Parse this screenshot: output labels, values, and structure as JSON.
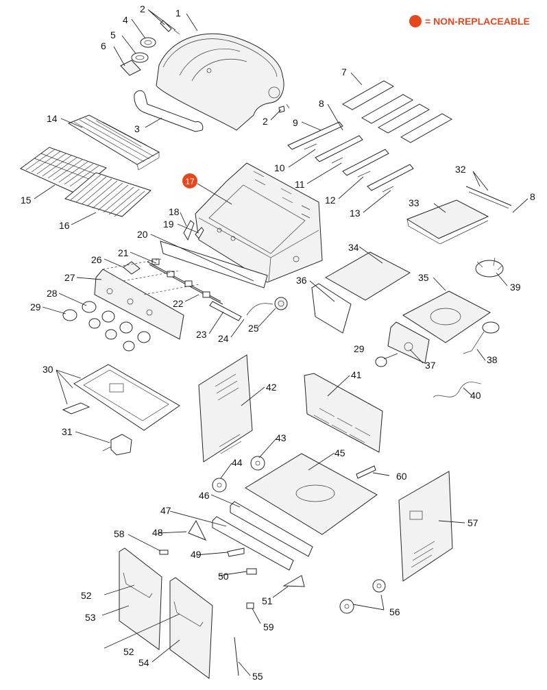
{
  "legend": {
    "text": "= NON-REPLACEABLE",
    "marker_color": "#e8471c"
  },
  "callouts": [
    {
      "id": "c1",
      "text": "1"
    },
    {
      "id": "c2a",
      "text": "2"
    },
    {
      "id": "c2b",
      "text": "2"
    },
    {
      "id": "c3",
      "text": "3"
    },
    {
      "id": "c4",
      "text": "4"
    },
    {
      "id": "c5",
      "text": "5"
    },
    {
      "id": "c6",
      "text": "6"
    },
    {
      "id": "c7",
      "text": "7"
    },
    {
      "id": "c8a",
      "text": "8"
    },
    {
      "id": "c8b",
      "text": "8"
    },
    {
      "id": "c9",
      "text": "9"
    },
    {
      "id": "c10",
      "text": "10"
    },
    {
      "id": "c11",
      "text": "11"
    },
    {
      "id": "c12",
      "text": "12"
    },
    {
      "id": "c13",
      "text": "13"
    },
    {
      "id": "c14",
      "text": "14"
    },
    {
      "id": "c15",
      "text": "15"
    },
    {
      "id": "c16",
      "text": "16"
    },
    {
      "id": "c17",
      "text": "17"
    },
    {
      "id": "c18",
      "text": "18"
    },
    {
      "id": "c19",
      "text": "19"
    },
    {
      "id": "c20",
      "text": "20"
    },
    {
      "id": "c21",
      "text": "21"
    },
    {
      "id": "c22",
      "text": "22"
    },
    {
      "id": "c23",
      "text": "23"
    },
    {
      "id": "c24",
      "text": "24"
    },
    {
      "id": "c25",
      "text": "25"
    },
    {
      "id": "c26",
      "text": "26"
    },
    {
      "id": "c27",
      "text": "27"
    },
    {
      "id": "c28",
      "text": "28"
    },
    {
      "id": "c29a",
      "text": "29"
    },
    {
      "id": "c29b",
      "text": "29"
    },
    {
      "id": "c30",
      "text": "30"
    },
    {
      "id": "c31",
      "text": "31"
    },
    {
      "id": "c32",
      "text": "32"
    },
    {
      "id": "c33",
      "text": "33"
    },
    {
      "id": "c34",
      "text": "34"
    },
    {
      "id": "c35",
      "text": "35"
    },
    {
      "id": "c36",
      "text": "36"
    },
    {
      "id": "c37",
      "text": "37"
    },
    {
      "id": "c38",
      "text": "38"
    },
    {
      "id": "c39",
      "text": "39"
    },
    {
      "id": "c40",
      "text": "40"
    },
    {
      "id": "c41",
      "text": "41"
    },
    {
      "id": "c42",
      "text": "42"
    },
    {
      "id": "c43",
      "text": "43"
    },
    {
      "id": "c44",
      "text": "44"
    },
    {
      "id": "c45",
      "text": "45"
    },
    {
      "id": "c46",
      "text": "46"
    },
    {
      "id": "c47",
      "text": "47"
    },
    {
      "id": "c48",
      "text": "48"
    },
    {
      "id": "c49",
      "text": "49"
    },
    {
      "id": "c50",
      "text": "50"
    },
    {
      "id": "c51",
      "text": "51"
    },
    {
      "id": "c52a",
      "text": "52"
    },
    {
      "id": "c52b",
      "text": "52"
    },
    {
      "id": "c53",
      "text": "53"
    },
    {
      "id": "c54",
      "text": "54"
    },
    {
      "id": "c55",
      "text": "55"
    },
    {
      "id": "c56",
      "text": "56"
    },
    {
      "id": "c57",
      "text": "57"
    },
    {
      "id": "c58",
      "text": "58"
    },
    {
      "id": "c59",
      "text": "59"
    },
    {
      "id": "c60",
      "text": "60"
    }
  ]
}
